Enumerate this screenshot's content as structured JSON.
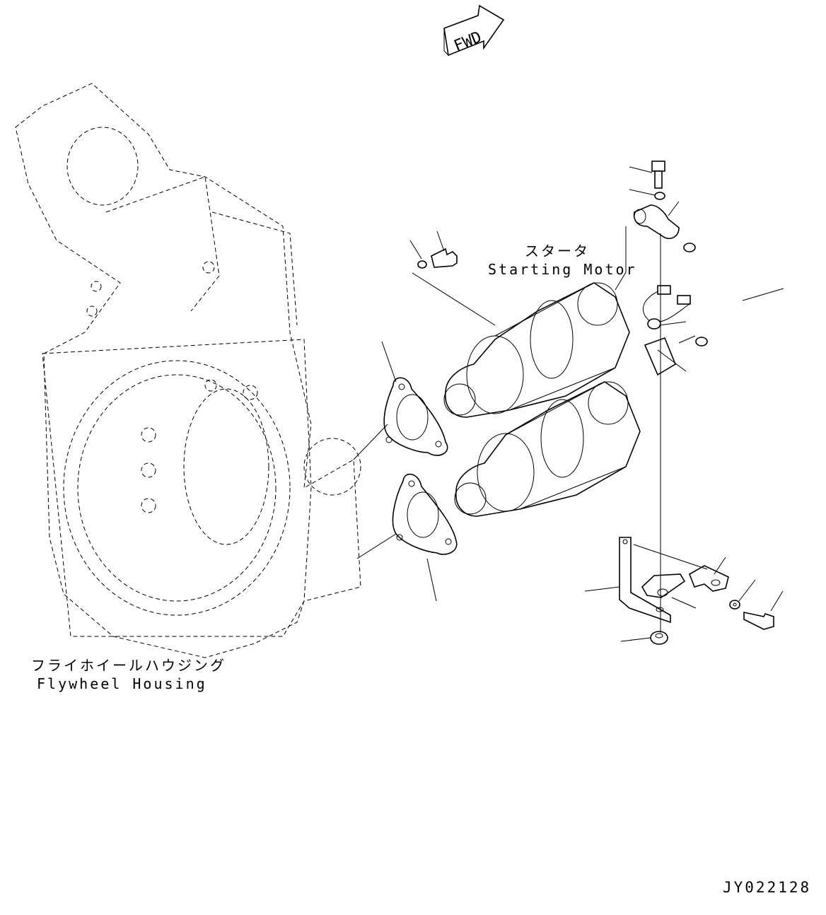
{
  "direction_marker": "FWD",
  "labels": {
    "starter_jp": "スタータ",
    "starter_en": "Starting Motor",
    "flywheel_jp": "フライホイールハウジング",
    "flywheel_en": "Flywheel Housing"
  },
  "drawing_code": "JY022128"
}
